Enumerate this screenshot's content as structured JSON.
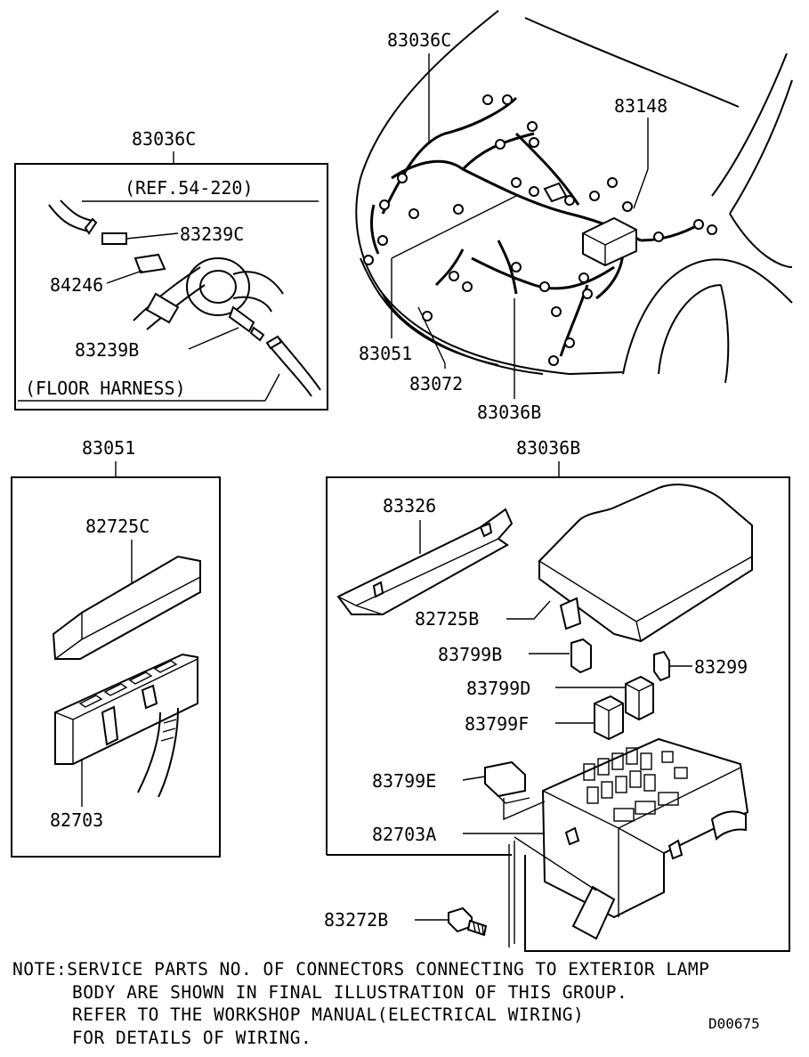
{
  "labels": {
    "top_harness_callout": "83036C",
    "relay_box_callout": "83148",
    "front_harness_callout": "83051",
    "bumper_harness_callout": "83072",
    "engine_room_callout": "83036B",
    "inset_floor_title": "83036C",
    "inset_ref": "(REF.54-220)",
    "inset_connector_c": "83239C",
    "inset_grommet": "84246",
    "inset_connector_b": "83239B",
    "inset_floor_harness": "(FLOOR HARNESS)",
    "inset_front_title": "83051",
    "front_cover": "82725C",
    "front_block": "82703",
    "inset_box_title": "83036B",
    "bracket": "83326",
    "box_cover": "82725B",
    "relay_b": "83799B",
    "fuse": "83299",
    "relay_d": "83799D",
    "relay_f": "83799F",
    "relay_e": "83799E",
    "box_block": "82703A",
    "bolt": "83272B"
  },
  "note": {
    "line1": "NOTE:SERVICE PARTS NO. OF CONNECTORS CONNECTING TO EXTERIOR LAMP",
    "line2": "BODY ARE SHOWN IN FINAL ILLUSTRATION OF THIS GROUP.",
    "line3": "REFER TO THE WORKSHOP MANUAL(ELECTRICAL WIRING)",
    "line4": "FOR DETAILS OF WIRING."
  },
  "diagram_code": "D00675"
}
